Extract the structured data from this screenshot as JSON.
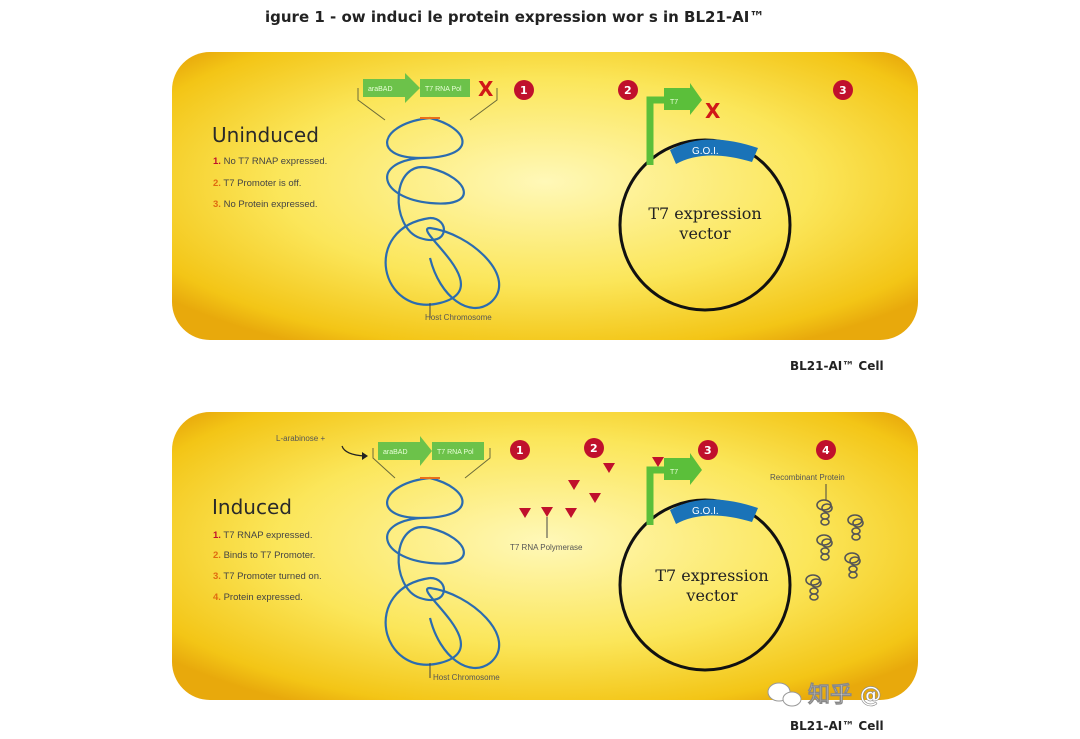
{
  "title": "igure 1 -  ow induci le protein expression wor s in      BL21-AI™",
  "colors": {
    "cell_fill": "#f6d21c",
    "cell_center": "#fff6a8",
    "gene_green": "#6cc24a",
    "promoter_green": "#5bbf3a",
    "goi_blue": "#1a73b8",
    "badge_red": "#c0102c",
    "dna_blue": "#2b6cb0"
  },
  "uninduced": {
    "heading": "Uninduced",
    "items": [
      {
        "num": "1.",
        "text": "No T7 RNAP expressed."
      },
      {
        "num": "2.",
        "text": "T7 Promoter is off."
      },
      {
        "num": "3.",
        "text": "No Protein expressed."
      }
    ],
    "gene1": "araBAD",
    "gene2": "T7 RNA Pol",
    "x_mark": "X",
    "badges": [
      "1",
      "2",
      "3"
    ],
    "chromosome_label": "Host Chromosome",
    "promoter": "T7",
    "promoter_x": "X",
    "goi": "G.O.I.",
    "vector_line1": "T7 expression",
    "vector_line2": "vector",
    "cell_label": "BL21-AI™ Cell"
  },
  "induced": {
    "heading": "Induced",
    "items": [
      {
        "num": "1.",
        "text": "T7 RNAP expressed."
      },
      {
        "num": "2.",
        "text": "Binds to T7 Promoter."
      },
      {
        "num": "3.",
        "text": "T7 Promoter turned on."
      },
      {
        "num": "4.",
        "text": "Protein expressed."
      }
    ],
    "inducer": "L-arabinose +",
    "gene1": "araBAD",
    "gene2": "T7 RNA Pol",
    "badges": [
      "1",
      "2",
      "3",
      "4"
    ],
    "polymerase_label": "T7 RNA Polymerase",
    "protein_label": "Recombinant Protein",
    "chromosome_label": "Host Chromosome",
    "promoter": "T7",
    "goi": "G.O.I.",
    "vector_line1": "T7 expression",
    "vector_line2": "vector",
    "cell_label": "BL21-AI™ Cell"
  },
  "watermark": "知乎 @"
}
